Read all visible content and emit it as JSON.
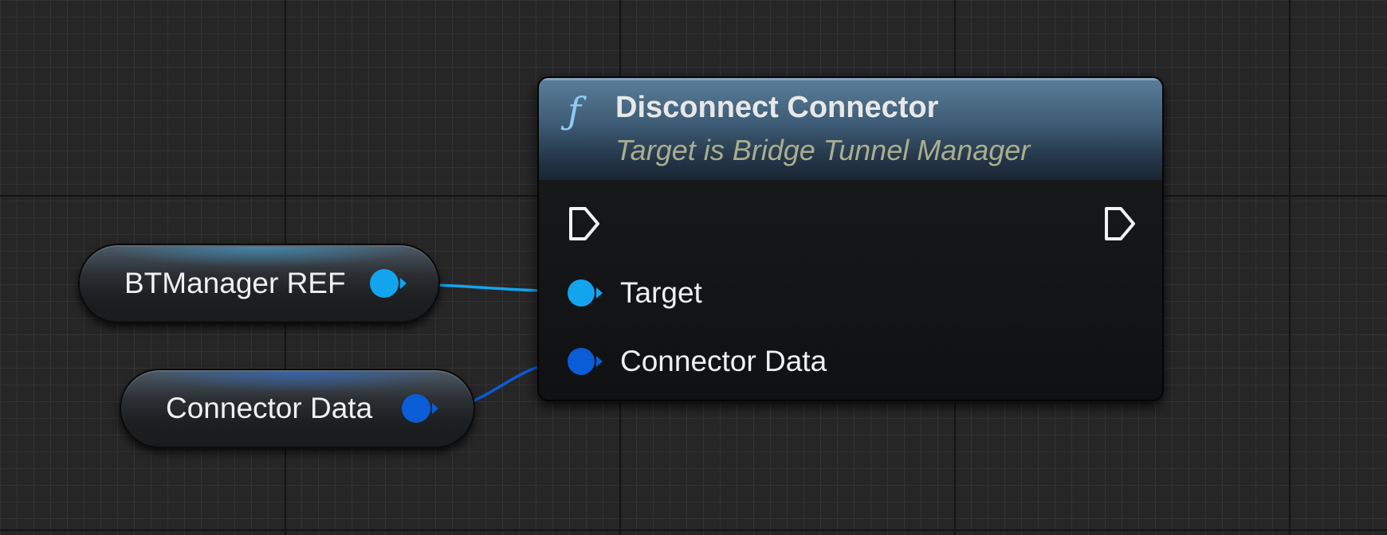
{
  "colors": {
    "object_pin": "#13a4ef",
    "struct_pin": "#0a5dd6",
    "graph_bg": "#262626"
  },
  "var_nodes": [
    {
      "label": "BTManager REF",
      "pin_type": "object"
    },
    {
      "label": "Connector Data",
      "pin_type": "struct"
    }
  ],
  "function_node": {
    "icon": "function-icon",
    "title": "Disconnect Connector",
    "subtitle": "Target is Bridge Tunnel Manager",
    "exec_in_icon": "exec-input-pin-icon",
    "exec_out_icon": "exec-output-pin-icon",
    "inputs": [
      {
        "label": "Target",
        "pin_type": "object"
      },
      {
        "label": "Connector Data",
        "pin_type": "struct"
      }
    ]
  }
}
